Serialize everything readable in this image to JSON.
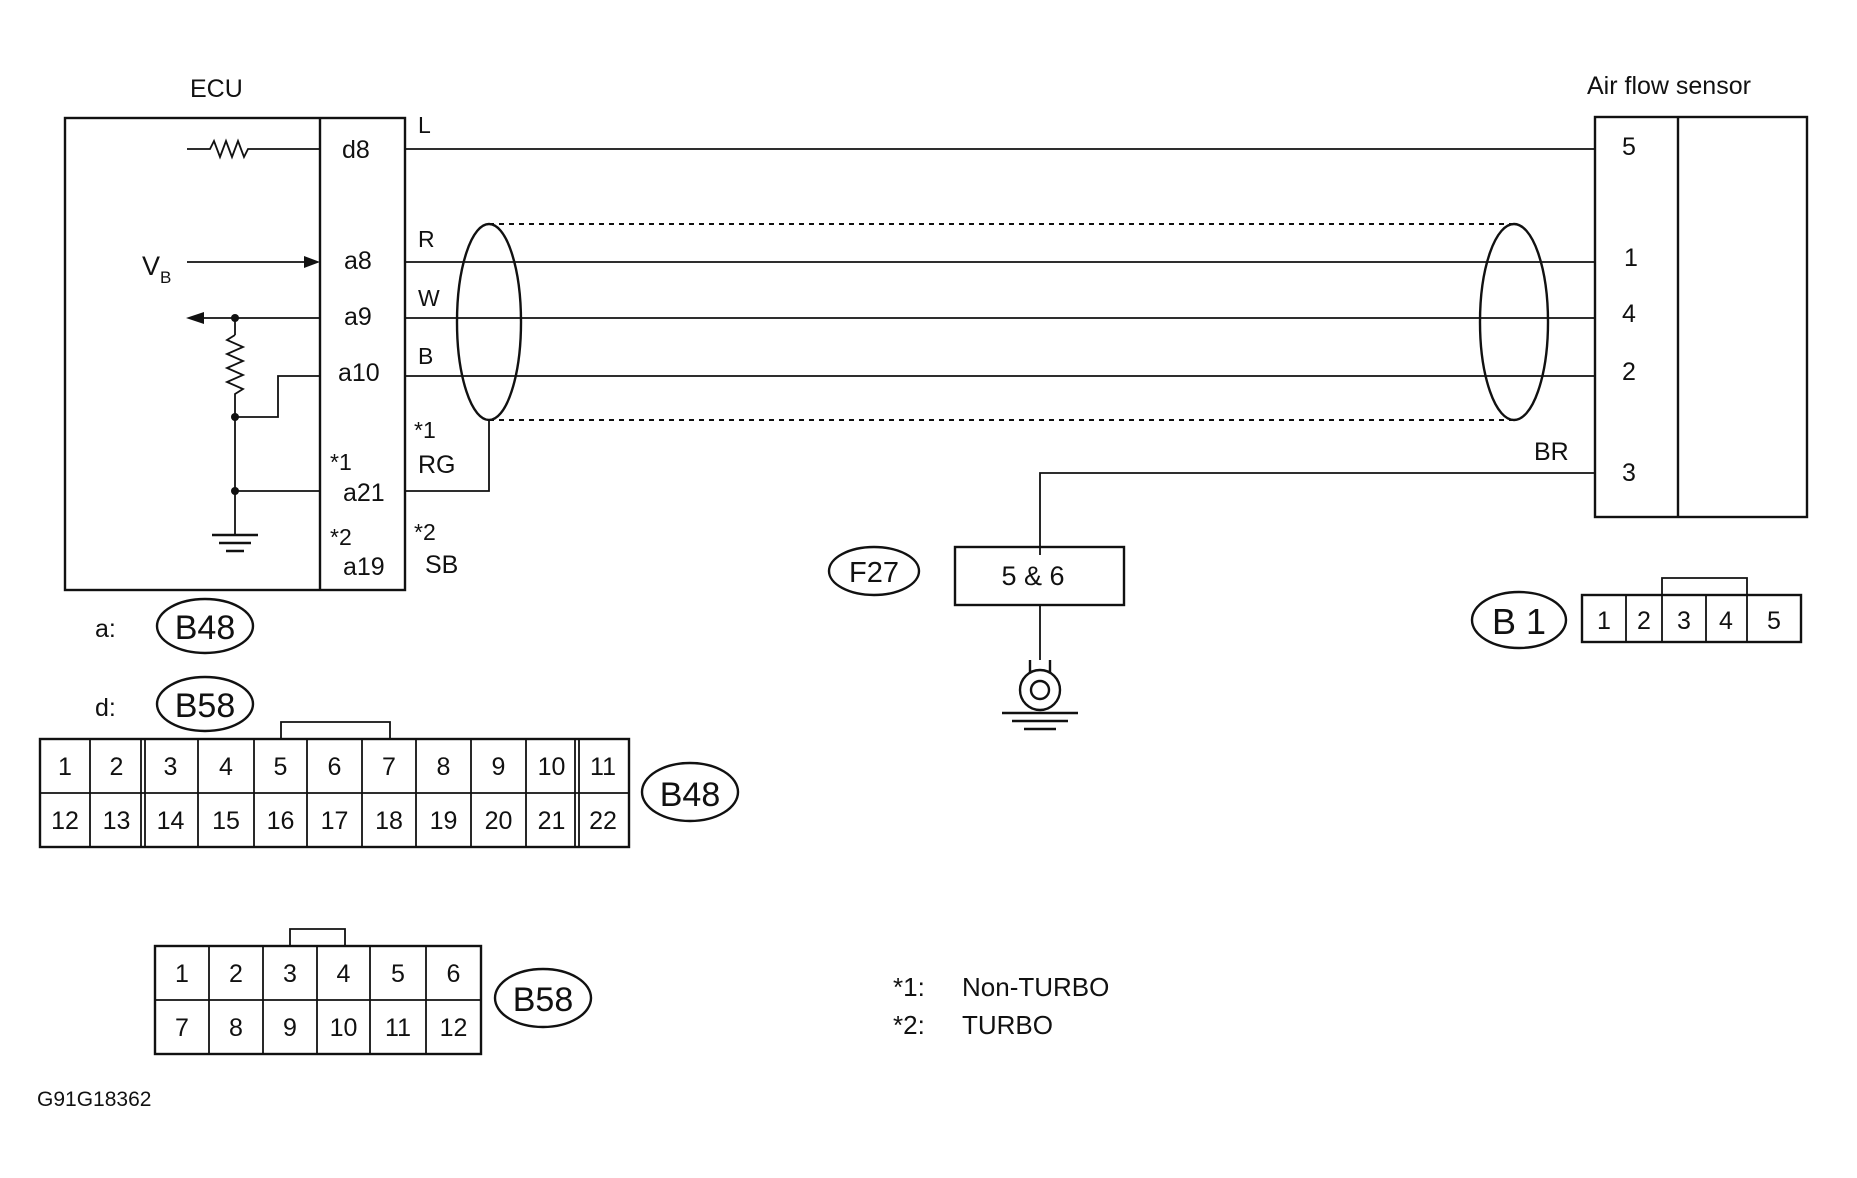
{
  "ecu": {
    "title": "ECU",
    "vb_main": "V",
    "vb_sub": "B",
    "terminals": {
      "d8": "d8",
      "a8": "a8",
      "a9": "a9",
      "a10": "a10",
      "a21": "a21",
      "a19": "a19"
    },
    "note1": "*1",
    "note2": "*2"
  },
  "wires": {
    "L": "L",
    "R": "R",
    "W": "W",
    "B": "B",
    "RG": "RG",
    "SB": "SB",
    "BR": "BR",
    "note1": "*1",
    "note2": "*2"
  },
  "sensor": {
    "title": "Air flow sensor",
    "pins": [
      "5",
      "1",
      "4",
      "2",
      "3"
    ]
  },
  "ground": {
    "tag": "F27",
    "label": "5 & 6"
  },
  "connector_keys": {
    "a_prefix": "a:",
    "a_tag": "B48",
    "d_prefix": "d:",
    "d_tag": "B58"
  },
  "b48": {
    "tag": "B48",
    "row1": [
      "1",
      "2",
      "3",
      "4",
      "5",
      "6",
      "7",
      "8",
      "9",
      "10",
      "11"
    ],
    "row2": [
      "12",
      "13",
      "14",
      "15",
      "16",
      "17",
      "18",
      "19",
      "20",
      "21",
      "22"
    ]
  },
  "b58": {
    "tag": "B58",
    "row1": [
      "1",
      "2",
      "3",
      "4",
      "5",
      "6"
    ],
    "row2": [
      "7",
      "8",
      "9",
      "10",
      "11",
      "12"
    ]
  },
  "b1": {
    "tag": "B 1",
    "pins": [
      "1",
      "2",
      "3",
      "4",
      "5"
    ]
  },
  "notes": {
    "n1_key": "*1:",
    "n1_text": "Non-TURBO",
    "n2_key": "*2:",
    "n2_text": "TURBO"
  },
  "figure_id": "G91G18362"
}
